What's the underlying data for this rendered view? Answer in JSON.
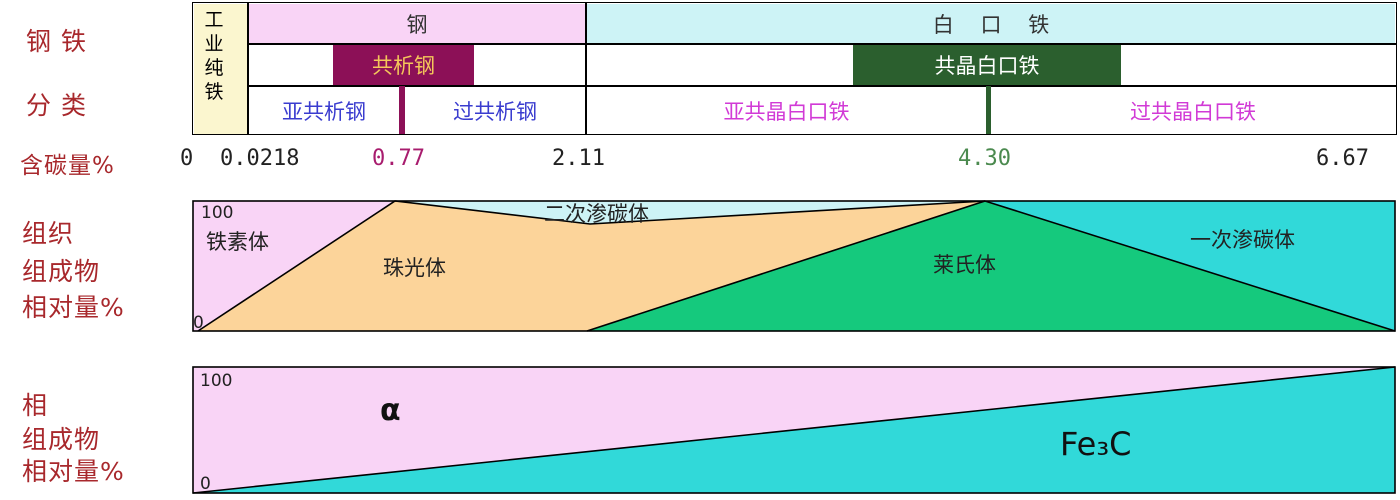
{
  "classification": {
    "title_line1": "钢   铁",
    "title_line2": "分   类",
    "pure_iron": "工业纯铁",
    "steel": "钢",
    "white_iron": "白    口    铁",
    "eutectoid_steel": "共析钢",
    "eutectic_white_iron": "共晶白口铁",
    "hypoeutectoid_steel": "亚共析钢",
    "hypereutectoid_steel": "过共析钢",
    "hypoeutectic_white_iron": "亚共晶白口铁",
    "hypereutectic_white_iron": "过共晶白口铁"
  },
  "carbon_scale": {
    "label": "含碳量%",
    "ticks": [
      "0",
      "0.0218",
      "0.77",
      "2.11",
      "4.30",
      "6.67"
    ]
  },
  "microstructure": {
    "label_lines": [
      "组织",
      "组成物",
      "相对量%"
    ],
    "axis_top": "100",
    "axis_bottom": "0",
    "regions": {
      "ferrite": "铁素体",
      "pearlite": "珠光体",
      "secondary_cementite": "二次渗碳体",
      "ledeburite": "莱氏体",
      "primary_cementite": "一次渗碳体"
    }
  },
  "phase": {
    "label_lines": [
      "相",
      "组成物",
      "相对量%"
    ],
    "axis_top": "100",
    "axis_bottom": "0",
    "alpha": "α",
    "fe3c": "Fe₃C"
  },
  "colors": {
    "pink": "#f9d4f6",
    "cyan": "#31d9d9",
    "light_cyan": "#cdf3f6",
    "orange": "#fcd49a",
    "green": "#15c97d",
    "eutectoid_bg": "#8c1057",
    "eutectic_bg": "#2b5f2e",
    "label_red": "#a8282c"
  }
}
